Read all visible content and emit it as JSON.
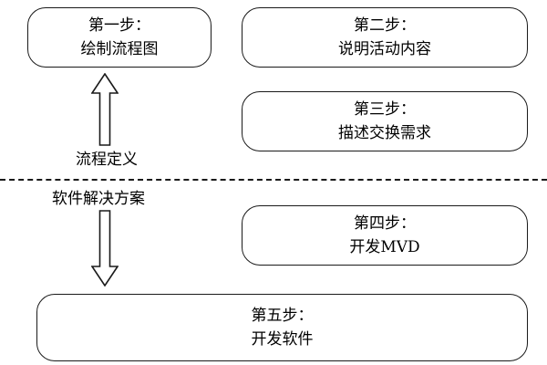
{
  "boxes": {
    "step1": {
      "line1": "第一步：",
      "line2": "绘制流程图"
    },
    "step2": {
      "line1": "第二步：",
      "line2": "说明活动内容"
    },
    "step3": {
      "line1": "第三步：",
      "line2": "描述交换需求"
    },
    "step4": {
      "line1": "第四步：",
      "line2": "开发MVD"
    },
    "step5": {
      "line1": "第五步：",
      "line2": "开发软件"
    }
  },
  "labels": {
    "process_definition": "流程定义",
    "software_solution": "软件解决方案"
  },
  "colors": {
    "stroke": "#1a1a1a",
    "fill": "#ffffff"
  }
}
